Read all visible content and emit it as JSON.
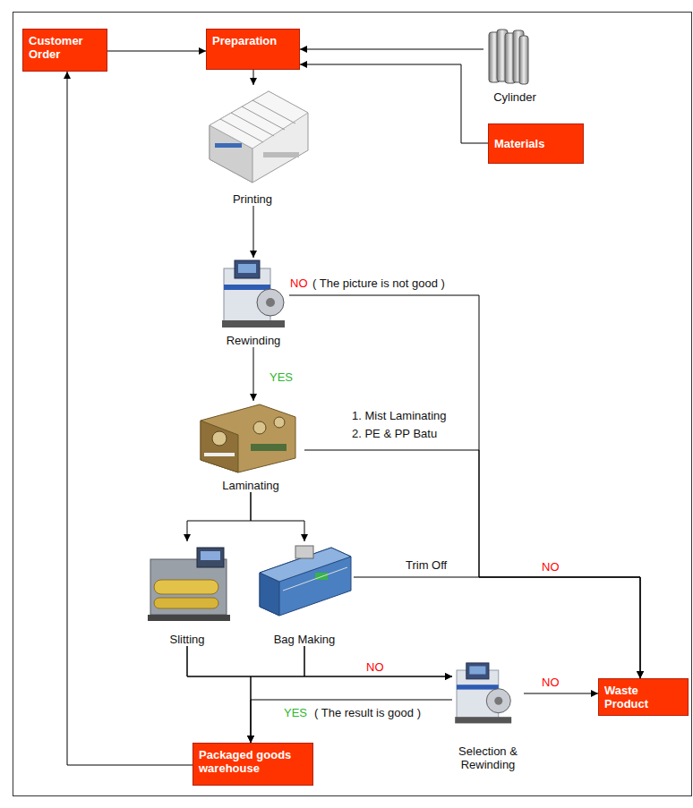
{
  "diagram": {
    "nodes": [
      {
        "text": [
          "Customer Order"
        ]
      },
      {
        "text": [
          "Preparation"
        ]
      },
      {
        "text": [
          "Cylinder"
        ]
      },
      {
        "text": [
          "Materials"
        ]
      },
      {
        "text": [
          "Printing"
        ]
      },
      {
        "text": [
          "Rewinding"
        ]
      },
      {
        "text": [
          "Laminating"
        ]
      },
      {
        "text": [
          "Slitting"
        ]
      },
      {
        "text": [
          "Bag Making"
        ]
      },
      {
        "text": [
          "Waste Product"
        ]
      },
      {
        "text": [
          "Selection & Rewinding"
        ]
      },
      {
        "text": [
          "Packaged goods warehouse"
        ]
      }
    ],
    "edges": [
      {
        "from": 0,
        "to": 1,
        "arrow": "to"
      },
      {
        "from": 2,
        "to": 1,
        "arrow": "to"
      },
      {
        "from": 3,
        "to": 1,
        "arrow": "to"
      },
      {
        "from": 1,
        "to": 4,
        "arrow": "to"
      },
      {
        "from": 4,
        "to": 5,
        "arrow": "to"
      },
      {
        "from": 5,
        "to": 9,
        "label": "NO",
        "arrow": "to"
      },
      {
        "from": 5,
        "to": 6,
        "label": "YES",
        "arrow": "to"
      },
      {
        "from": 6,
        "to": 9,
        "arrow": "to"
      },
      {
        "from": 6,
        "to": 7,
        "arrow": "to"
      },
      {
        "from": 6,
        "to": 8,
        "arrow": "to"
      },
      {
        "from": 8,
        "to": 9,
        "label": "Trim Off",
        "arrow": "to"
      },
      {
        "from": 7,
        "to": 10,
        "label": "NO",
        "arrow": "to"
      },
      {
        "from": 8,
        "to": 10,
        "arrow": "to"
      },
      {
        "from": 7,
        "to": 11,
        "arrow": "to"
      },
      {
        "from": 8,
        "to": 11,
        "arrow": "to"
      },
      {
        "from": 10,
        "to": 9,
        "label": "NO",
        "arrow": "to"
      },
      {
        "from": 10,
        "to": 11,
        "label": "YES",
        "arrow": "to"
      },
      {
        "from": 11,
        "to": 0,
        "arrow": "to"
      }
    ],
    "labels": [
      "( The picture is not good )",
      "1. Mist Laminating",
      "2. PE & PP Batu",
      "NO",
      "( The result is good )"
    ]
  }
}
